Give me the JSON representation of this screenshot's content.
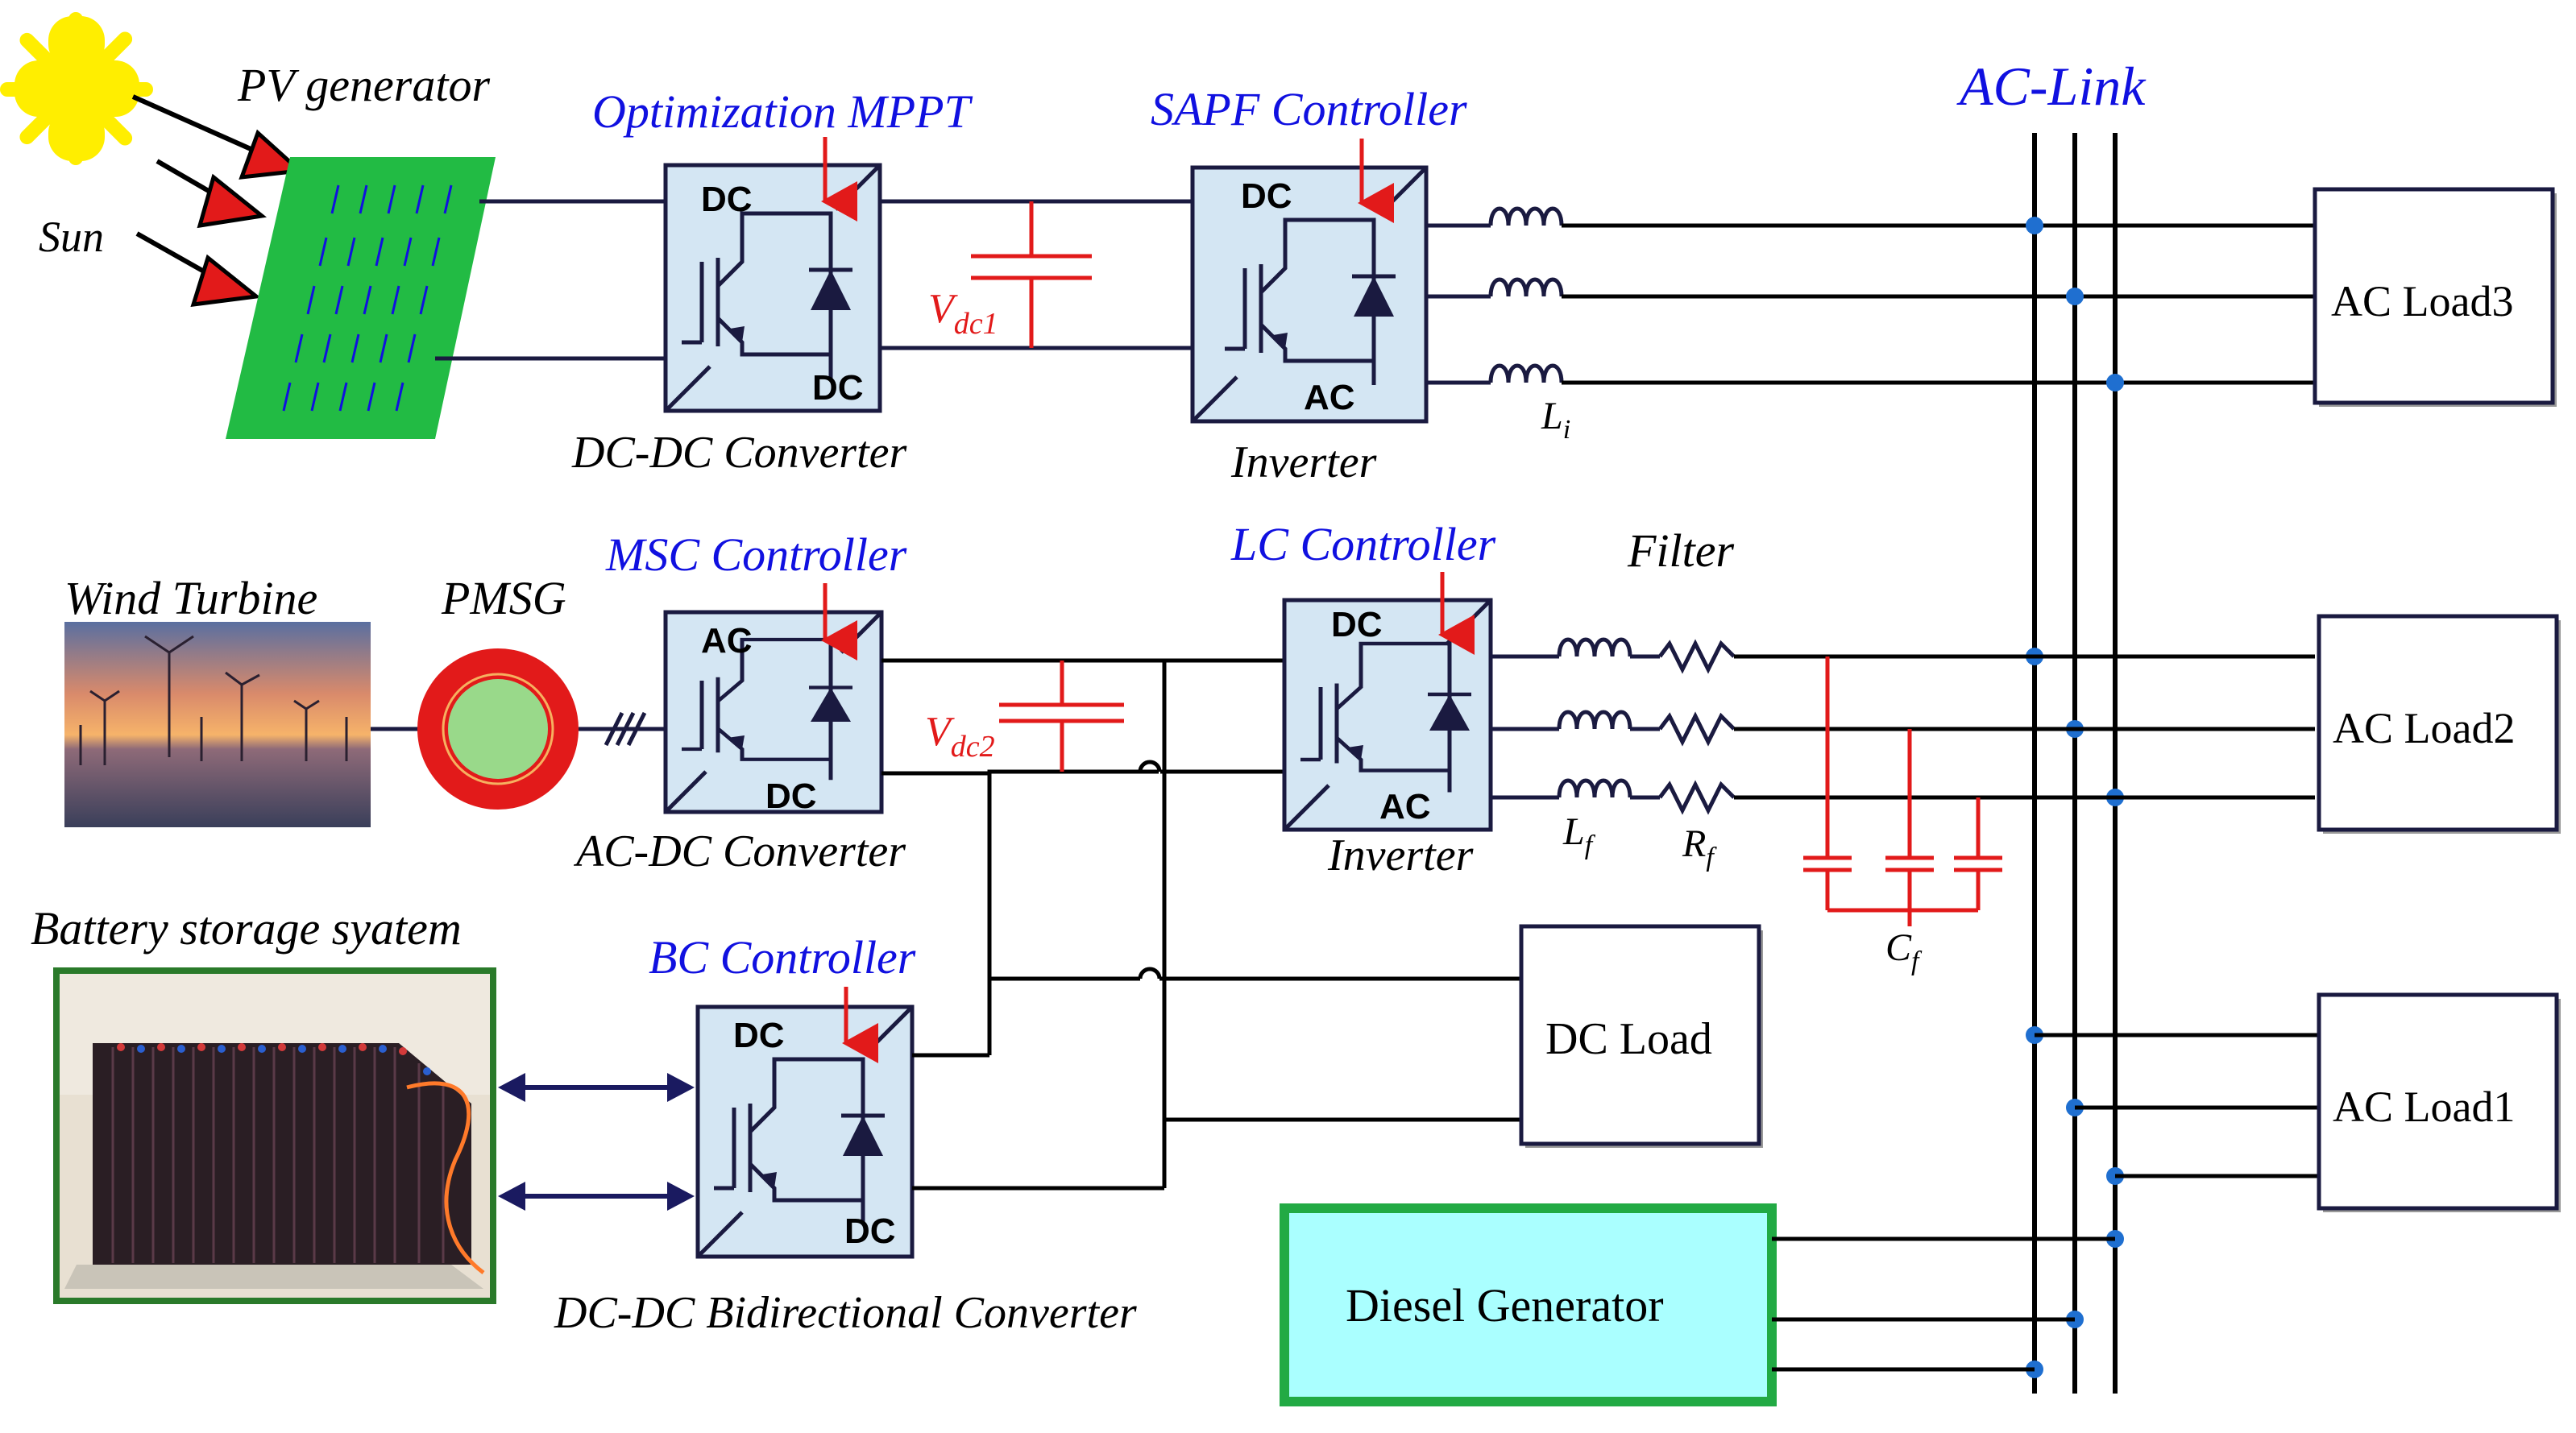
{
  "colors": {
    "accent_blue": "#1010e0",
    "control_red": "#e21a1a",
    "converter_fill": "#d4e6f3",
    "wire": "#1a1a40",
    "pv_green": "#22bb44",
    "sun_yellow": "#ffee00",
    "diesel_fill": "#aaffff",
    "diesel_border": "#22aa44",
    "battery_border": "#2a7a2a",
    "pmsg_red": "#e21a1a",
    "pmsg_green": "#99d98a"
  },
  "labels": {
    "pv_generator": "PV generator",
    "sun": "Sun",
    "optimization_mppt": "Optimization MPPT",
    "sapf_controller": "SAPF Controller",
    "ac_link": "AC-Link",
    "vdc1_main": "V",
    "vdc1_sub": "dc1",
    "dc_dc_converter": "DC-DC Converter",
    "inverter_top": "Inverter",
    "li_main": "L",
    "li_sub": "i",
    "ac_load3": "AC Load3",
    "wind_turbine": "Wind Turbine",
    "pmsg": "PMSG",
    "msc_controller": "MSC Controller",
    "lc_controller": "LC Controller",
    "filter": "Filter",
    "vdc2_main": "V",
    "vdc2_sub": "dc2",
    "ac_dc_converter": "AC-DC Converter",
    "inverter_mid": "Inverter",
    "lf_main": "L",
    "lf_sub": "f",
    "rf_main": "R",
    "rf_sub": "f",
    "ac_load2": "AC Load2",
    "cf_main": "C",
    "cf_sub": "f",
    "battery_storage": "Battery storage syatem",
    "bc_controller": "BC Controller",
    "dc_load": "DC Load",
    "ac_load1": "AC Load1",
    "dc_dc_bidirectional": "DC-DC Bidirectional Converter",
    "diesel_generator": "Diesel Generator"
  },
  "converters": {
    "dcdc_in": "DC",
    "dcdc_out": "DC",
    "inv1_in": "DC",
    "inv1_out": "AC",
    "acdc_in": "AC",
    "acdc_out": "DC",
    "inv2_in": "DC",
    "inv2_out": "AC",
    "bidir_in": "DC",
    "bidir_out": "DC"
  }
}
